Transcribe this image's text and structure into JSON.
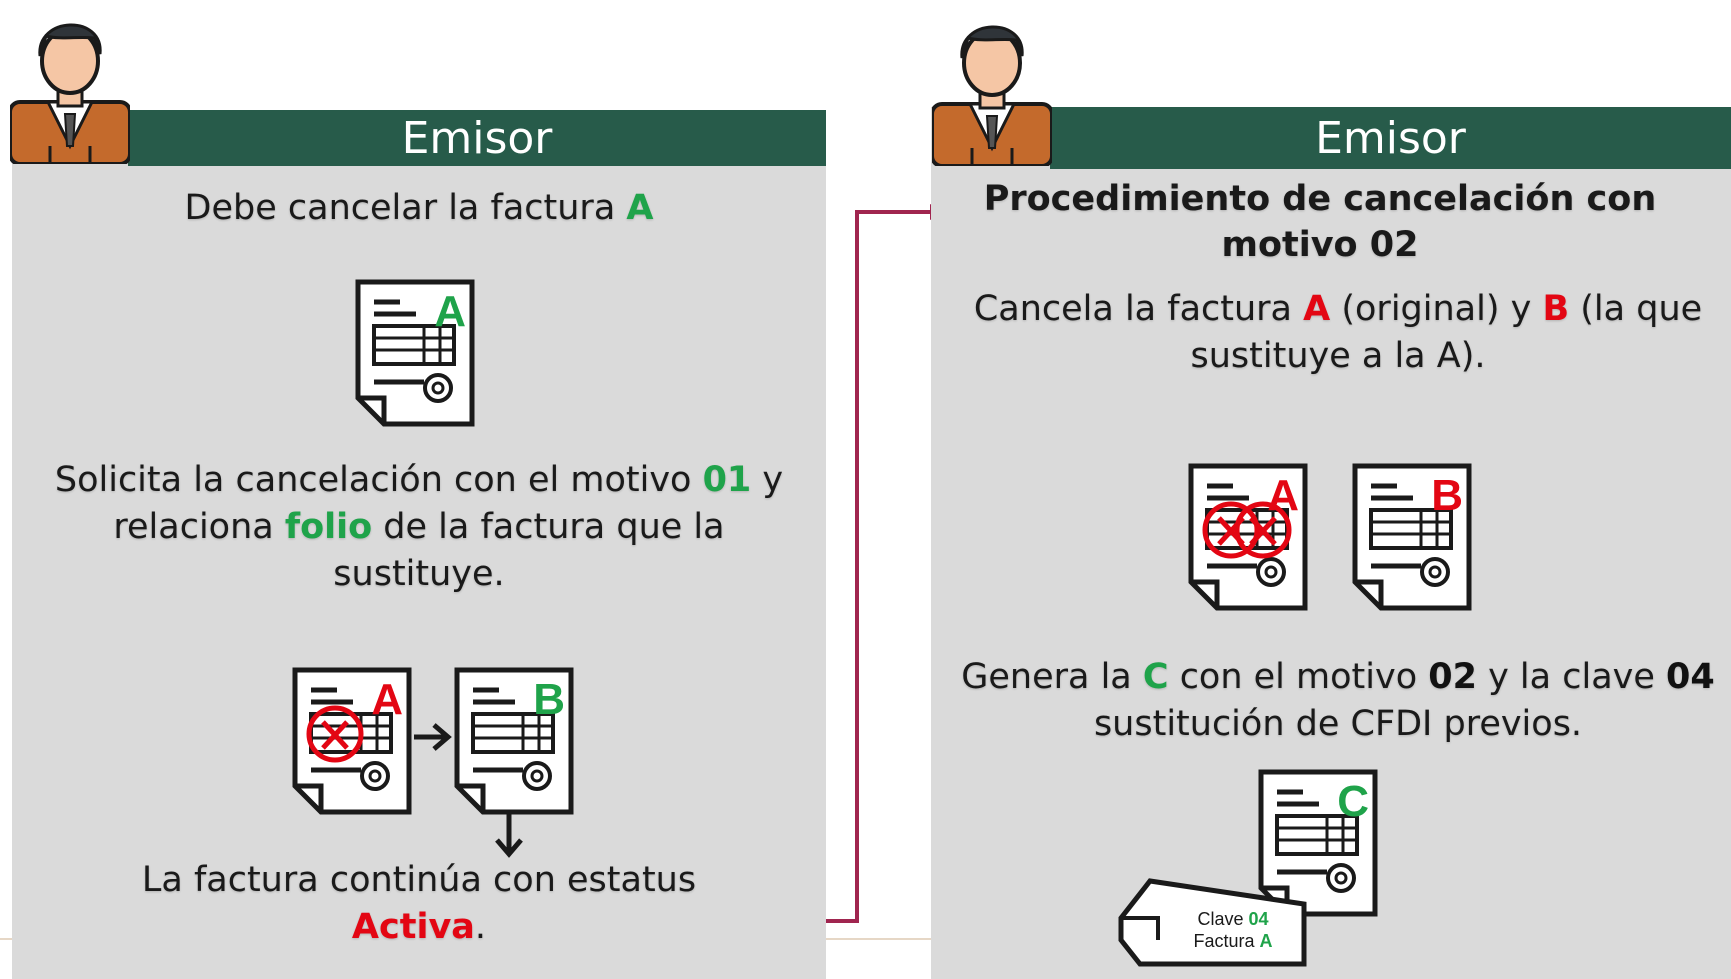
{
  "left_panel": {
    "header": "Emisor",
    "line1_a": "Debe cancelar la factura ",
    "line1_b": "A",
    "para2_a": "Solicita la cancelación con el motivo ",
    "para2_b": "01",
    "para2_c": " y relaciona ",
    "para2_d": "folio",
    "para2_e": " de la factura que la sustituye.",
    "para3_a": "La factura continúa con estatus ",
    "para3_b": "Activa",
    "para3_c": ".",
    "doc_letters": {
      "a1": "A",
      "a2": "A",
      "b": "B"
    }
  },
  "right_panel": {
    "header": "Emisor",
    "title": "Procedimiento de cancelación con motivo 02",
    "para1_a": "Cancela la factura ",
    "para1_b": "A",
    "para1_c": " (original) y ",
    "para1_d": "B",
    "para1_e": " (la que sustituye a la A).",
    "para2_a": "Genera la ",
    "para2_b": "C",
    "para2_c": "  con el motivo ",
    "para2_d": "02",
    "para2_e": " y la clave ",
    "para2_f": "04",
    "para2_g": " sustitución de CFDI previos.",
    "doc_letters": {
      "a": "A",
      "b": "B",
      "c": "C"
    },
    "tag_clave": "Clave ",
    "tag_clave_val": "04",
    "tag_factura": "Factura ",
    "tag_factura_val": "A"
  },
  "colors": {
    "header_bg": "#275b4a",
    "panel_bg": "#dadada",
    "green": "#1fa34a",
    "red": "#e30613",
    "connector": "#a0254f"
  }
}
